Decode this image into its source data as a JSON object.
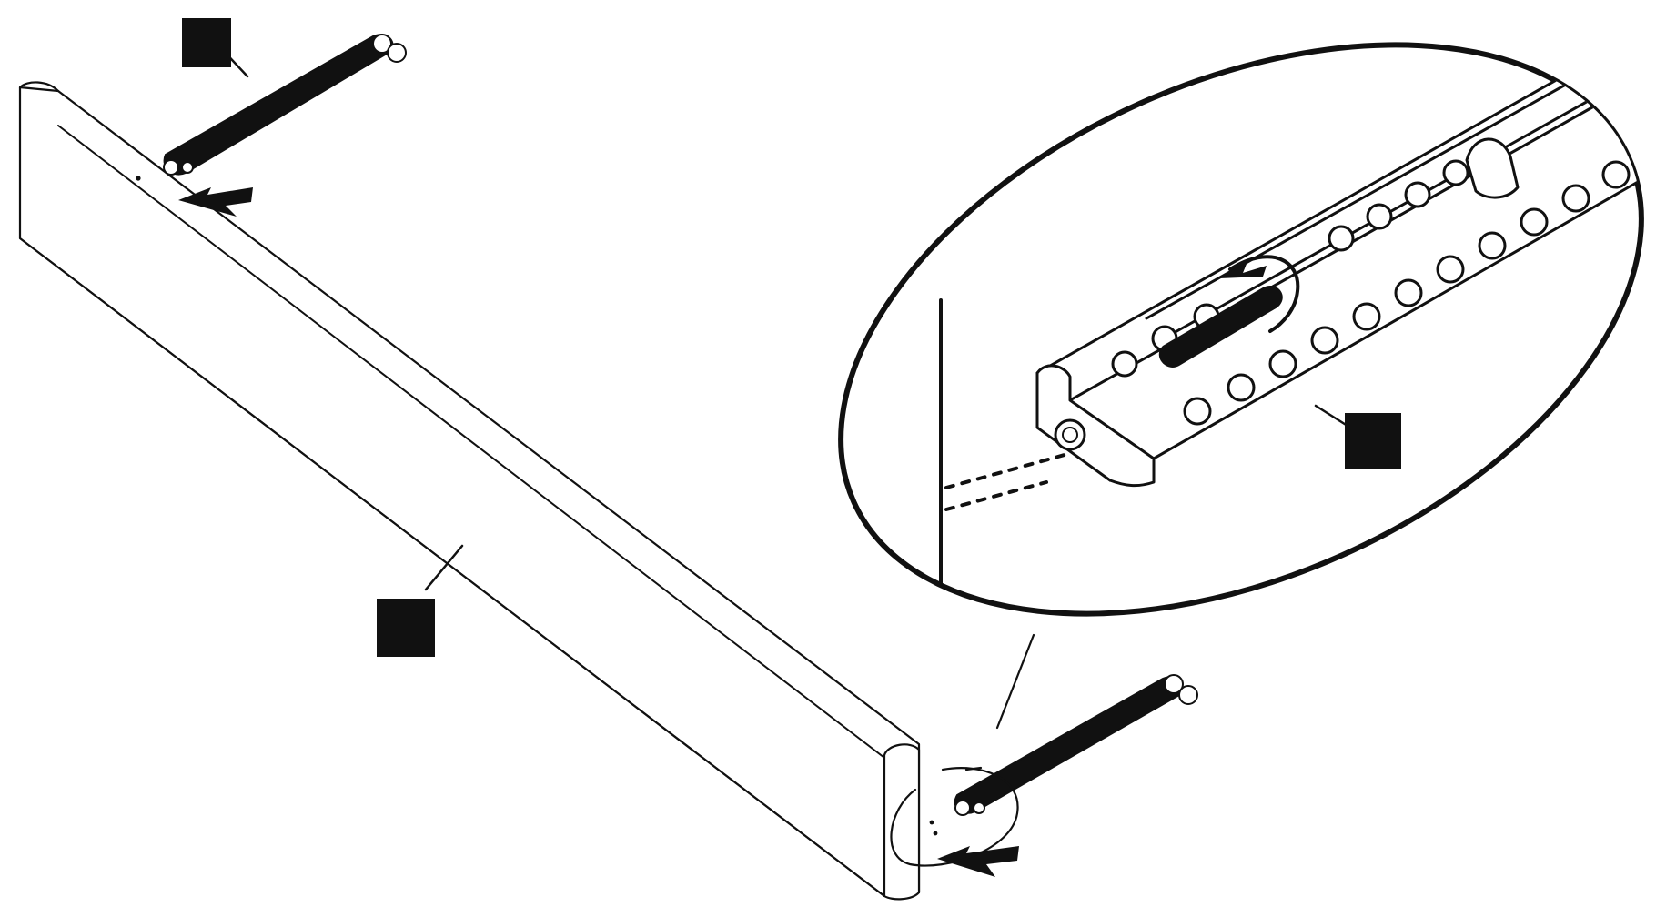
{
  "diagram": {
    "parts": [
      {
        "id": "rail-panel",
        "callout": ""
      },
      {
        "id": "back-pin",
        "callout": ""
      },
      {
        "id": "front-pin",
        "callout": ""
      },
      {
        "id": "hinge-bracket",
        "callout": ""
      }
    ],
    "arrows": [
      {
        "id": "insert-arrow-back",
        "direction": "left"
      },
      {
        "id": "insert-arrow-front",
        "direction": "left"
      }
    ],
    "colors": {
      "ink": "#111111",
      "paper": "#ffffff"
    }
  }
}
